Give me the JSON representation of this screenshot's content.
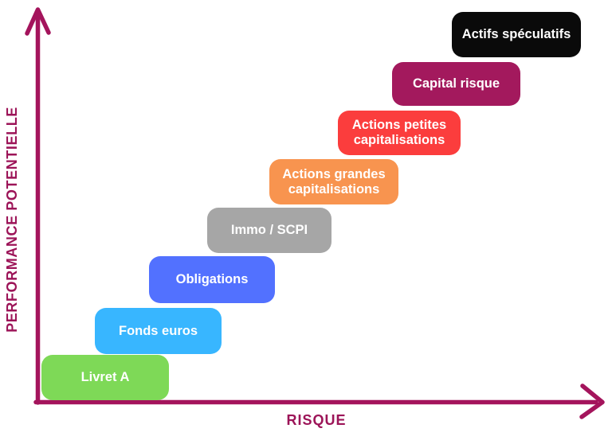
{
  "colors": {
    "axis": "#A4145C",
    "axis-label": "#9C1458",
    "background": "#FFFFFF",
    "box-text": "#FFFFFF"
  },
  "chart_data": {
    "type": "scatter",
    "title": "",
    "xlabel": "RISQUE",
    "ylabel": "PERFORMANCE POTENTIELLE",
    "legend": "none",
    "grid": false,
    "axis_style": "arrows, qualitative (no ticks, no numeric scale)",
    "items": [
      {
        "label": "Livret A",
        "risk_rank": 1,
        "performance_rank": 1,
        "color": "#7ED957"
      },
      {
        "label": "Fonds euros",
        "risk_rank": 2,
        "performance_rank": 2,
        "color": "#38B6FF"
      },
      {
        "label": "Obligations",
        "risk_rank": 3,
        "performance_rank": 3,
        "color": "#5271FF"
      },
      {
        "label": "Immo / SCPI",
        "risk_rank": 4,
        "performance_rank": 4,
        "color": "#A6A6A6"
      },
      {
        "label": "Actions grandes capitalisations",
        "risk_rank": 5,
        "performance_rank": 5,
        "color": "#F8944F"
      },
      {
        "label": "Actions petites capitalisations",
        "risk_rank": 6,
        "performance_rank": 6,
        "color": "#FB3D3D"
      },
      {
        "label": "Capital risque",
        "risk_rank": 7,
        "performance_rank": 7,
        "color": "#A3195D"
      },
      {
        "label": "Actifs spéculatifs",
        "risk_rank": 8,
        "performance_rank": 8,
        "color": "#0A0A0A"
      }
    ]
  }
}
